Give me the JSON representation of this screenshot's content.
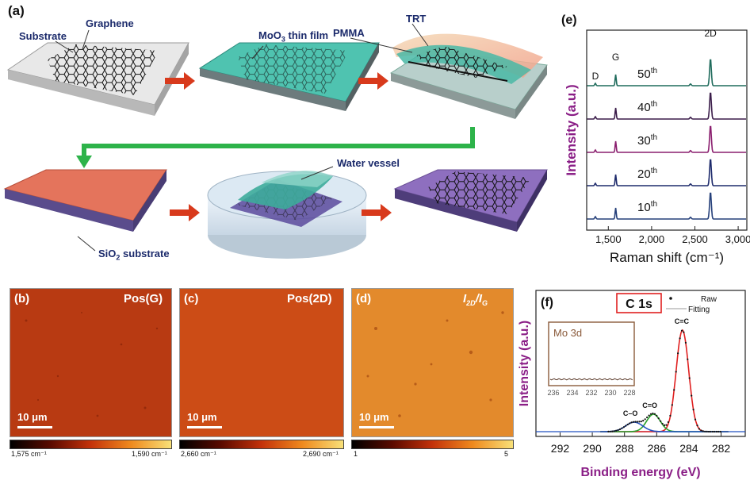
{
  "panel_a": {
    "label": "(a)",
    "substrate": "Substrate",
    "graphene": "Graphene",
    "moo3_pre": "MoO",
    "moo3_sub": "3",
    "moo3_post": " thin film",
    "pmma": "PMMA",
    "trt": "TRT",
    "water_vessel": "Water vessel",
    "sio2_pre": "SiO",
    "sio2_sub": "2",
    "sio2_post": " substrate"
  },
  "panel_b": {
    "label": "(b)",
    "title": "Pos(G)",
    "scale": "10 μm",
    "cb_min": "1,575 cm⁻¹",
    "cb_max": "1,590 cm⁻¹"
  },
  "panel_c": {
    "label": "(c)",
    "title": "Pos(2D)",
    "scale": "10 μm",
    "cb_min": "2,660 cm⁻¹",
    "cb_max": "2,690 cm⁻¹"
  },
  "panel_d": {
    "label": "(d)",
    "title_a": "I",
    "title_a_sub": "2D",
    "title_b": "/I",
    "title_b_sub": "G",
    "scale": "10 μm",
    "cb_min": "1",
    "cb_max": "5"
  },
  "colors": {
    "red_map": "#b83a12",
    "orange_map": "#e38a2c",
    "arrow_red": "#d83a1c",
    "arrow_green": "#2db34a",
    "navy": "#1b2a6b",
    "purple": "#8a1e86"
  },
  "chart_data": [
    {
      "panel": "(e)",
      "type": "line",
      "xlabel": "Raman shift (cm⁻¹)",
      "ylabel": "Intensity (a.u.)",
      "xlim": [
        1250,
        3100
      ],
      "xticks": [
        "1,500",
        "2,000",
        "2,500",
        "3,000"
      ],
      "peak_labels": [
        "D",
        "G",
        "2D"
      ],
      "peak_positions": [
        1350,
        1585,
        2680
      ],
      "series": [
        {
          "name": "50",
          "suffix": "th",
          "color": "#1f6b5c"
        },
        {
          "name": "40",
          "suffix": "th",
          "color": "#3b1d4a"
        },
        {
          "name": "30",
          "suffix": "th",
          "color": "#8a1e6e"
        },
        {
          "name": "20",
          "suffix": "th",
          "color": "#1d2a6b"
        },
        {
          "name": "10",
          "suffix": "th",
          "color": "#26407a"
        }
      ]
    },
    {
      "panel": "(f)",
      "type": "line",
      "title": "C 1s",
      "xlabel": "Binding energy (eV)",
      "ylabel": "Intensity (a.u.)",
      "xlim": [
        293.5,
        280.5
      ],
      "xticks": [
        "292",
        "290",
        "288",
        "286",
        "284",
        "282"
      ],
      "legend": [
        "Raw",
        "Fitting"
      ],
      "peaks": [
        {
          "label": "C=C",
          "center": 284.4,
          "color": "#e02020"
        },
        {
          "label": "C=O",
          "center": 286.2,
          "color": "#2aa02a"
        },
        {
          "label": "C–O",
          "center": 287.4,
          "color": "#2050c0"
        }
      ],
      "inset": {
        "title": "Mo 3d",
        "xticks": [
          "236",
          "234",
          "232",
          "230",
          "228"
        ]
      }
    }
  ]
}
